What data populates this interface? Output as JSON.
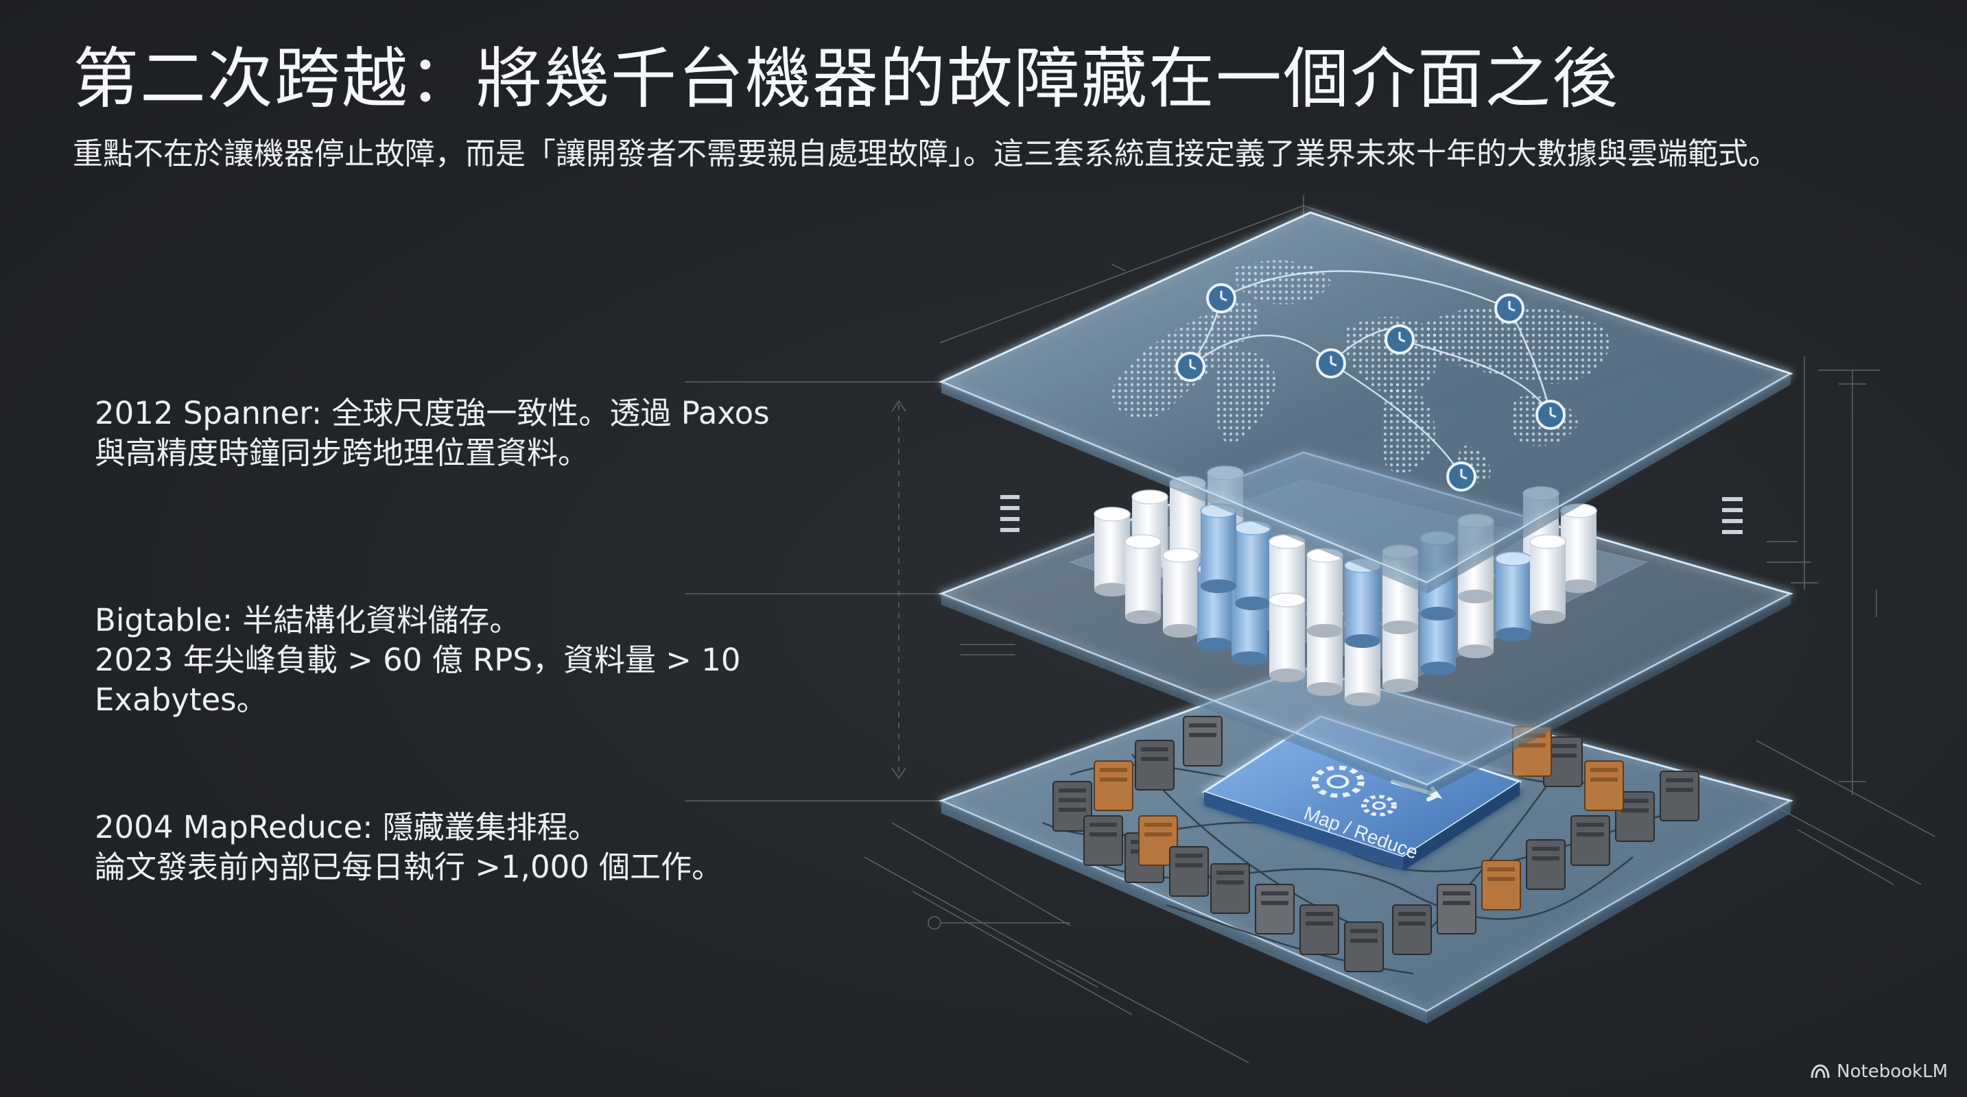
{
  "slide": {
    "title": "第二次跨越：將幾千台機器的故障藏在一個介面之後",
    "subtitle": "重點不在於讓機器停止故障，而是「讓開發者不需要親自處理故障」。這三套系統直接定義了業界未來十年的大數據與雲端範式。"
  },
  "items": {
    "spanner": {
      "line1": "2012 Spanner: 全球尺度強一致性。透過 Paxos",
      "line2": "與高精度時鐘同步跨地理位置資料。"
    },
    "bigtable": {
      "line1": "Bigtable: 半結構化資料儲存。",
      "line2": "2023 年尖峰負載 > 60 億 RPS，資料量 > 10",
      "line3": "Exabytes。"
    },
    "mapreduce": {
      "line1": "2004 MapReduce: 隱藏叢集排程。",
      "line2": "論文發表前內部已每日執行 >1,000 個工作。"
    }
  },
  "diagram": {
    "module_label": "Map / Reduce",
    "icons": [
      "clock-icon",
      "server-icon",
      "gear-icon",
      "world-map"
    ],
    "colors": {
      "glass_edge": "#bfe3ff",
      "glass_fill": "#6f97b8",
      "cylinder_blue": "#8fbbe6",
      "server_orange": "#b8763f",
      "server_gray": "#5a5e63"
    }
  },
  "branding": {
    "label": "NotebookLM"
  }
}
